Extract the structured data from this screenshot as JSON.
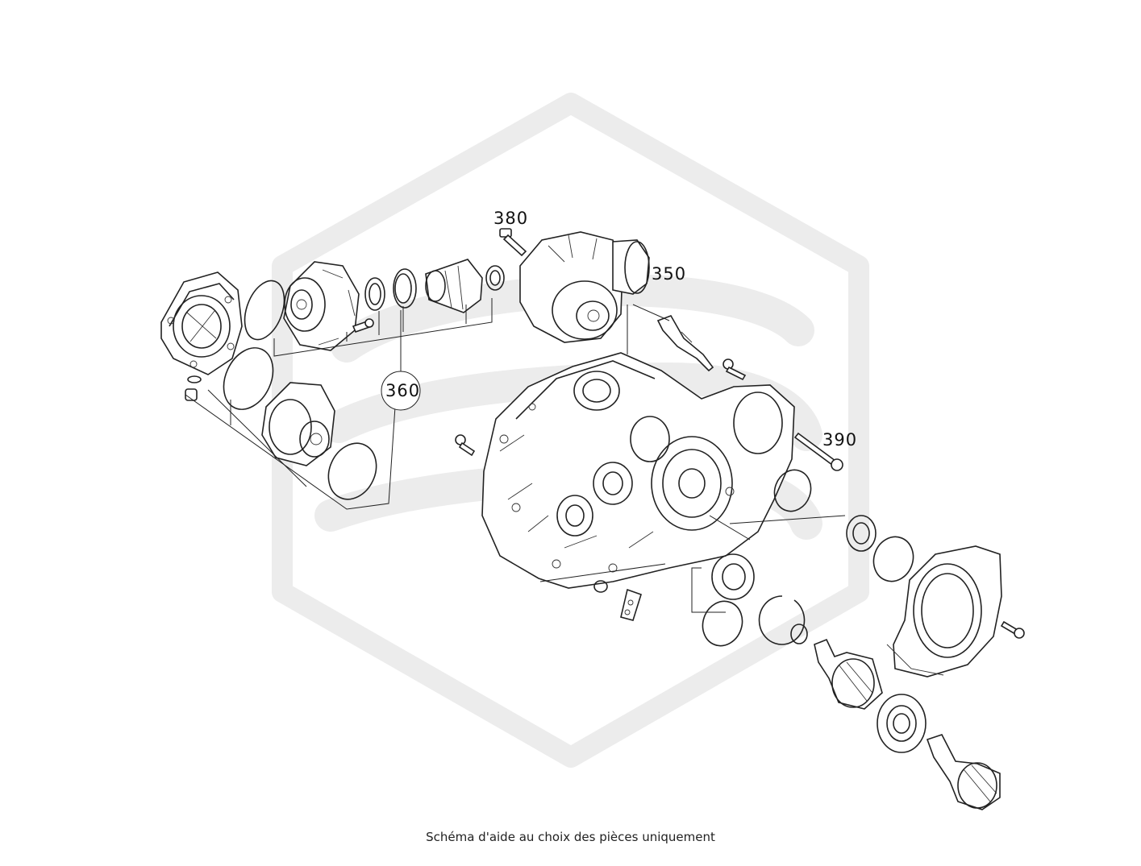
{
  "caption": "Schéma d'aide au choix des pièces uniquement",
  "callouts": [
    {
      "id": "380",
      "label": "380"
    },
    {
      "id": "350",
      "label": "350"
    },
    {
      "id": "360",
      "label": "360"
    },
    {
      "id": "390",
      "label": "390"
    }
  ],
  "colors": {
    "line": "#222222",
    "watermark": "#ececec",
    "background": "#ffffff"
  },
  "icons": {
    "watermark": "brand-logo-watermark"
  }
}
